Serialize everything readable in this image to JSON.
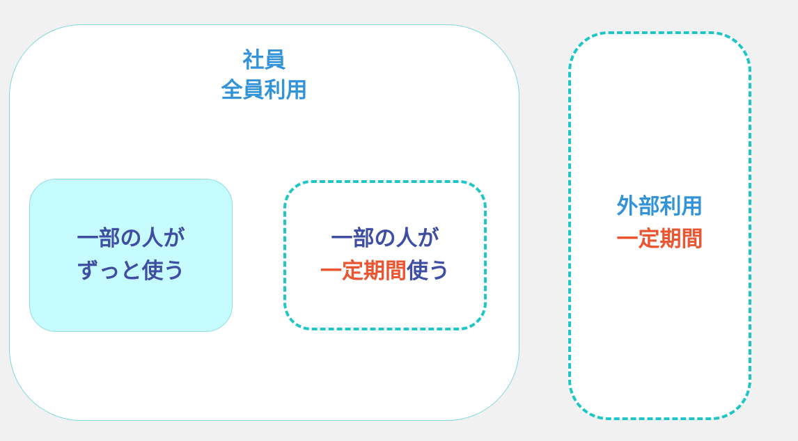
{
  "employee_area": {
    "title_line1": "社員",
    "title_line2": "全員利用"
  },
  "permanent_users": {
    "line1": "一部の人が",
    "line2": "ずっと使う"
  },
  "temporary_users": {
    "line1": "一部の人が",
    "line2_highlight": "一定期間",
    "line2_rest": "使う"
  },
  "external_area": {
    "line1": "外部利用",
    "line2": "一定期間"
  },
  "colors": {
    "background": "#f1f1f1",
    "title_blue": "#3393d8",
    "text_navy": "#3f4ea3",
    "highlight_orange": "#e95631",
    "dash_teal": "#20c6c6",
    "fill_cyan": "#c7fcff"
  }
}
